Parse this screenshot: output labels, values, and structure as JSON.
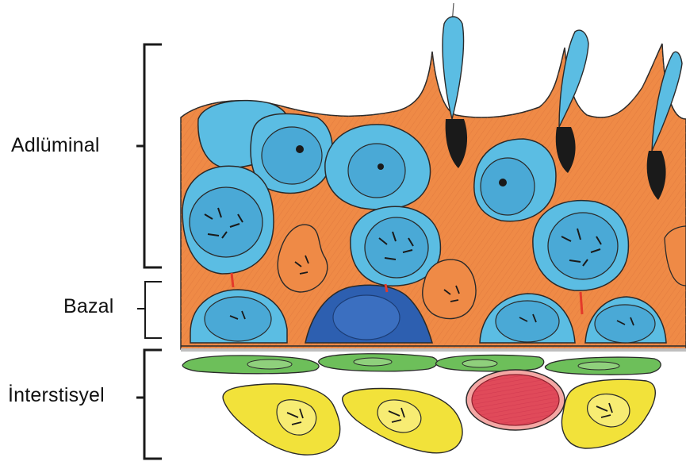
{
  "labels": {
    "adluminal": "Adlüminal",
    "bazal": "Bazal",
    "interstisyel": "İnterstisyel"
  },
  "colors": {
    "background": "#ffffff",
    "epithelium_orange": "#ef8a46",
    "cell_blue": "#5bbde3",
    "dark_blue_cell": "#2d5fb0",
    "nucleus_blue": "#4aa9d6",
    "basement_membrane": "#bfbfbf",
    "fibroblast_green": "#6dbf5a",
    "leydig_yellow": "#f2e23a",
    "vessel_red": "#e04a5a",
    "outline": "#2a2a2a",
    "connector_red": "#e43a2a"
  },
  "icons": {
    "sperm": "spermatozoa-icon",
    "bracket": "bracket-icon"
  }
}
